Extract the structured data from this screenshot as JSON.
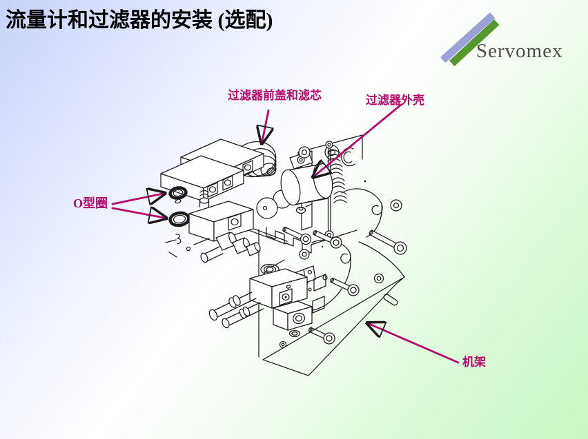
{
  "slide": {
    "title": "流量计和过滤器的安装 (选配)",
    "logo": {
      "text": "Servomex"
    },
    "callouts": [
      {
        "id": "filter-cover",
        "text": "过滤器前盖和滤芯"
      },
      {
        "id": "filter-housing",
        "text": "过滤器外壳"
      },
      {
        "id": "o-ring",
        "text": "O型圈"
      },
      {
        "id": "frame",
        "text": "机架"
      }
    ],
    "colors": {
      "title": "#000000",
      "callout": "#b8086c",
      "line_art": "#1b1b1b",
      "background_top_left": "#c7d3fa",
      "background_bottom_right": "#c8f8c5",
      "logo_slash_purple": "#9aa2d8",
      "logo_slash_green": "#55992e",
      "logo_text": "#4c4c48"
    }
  }
}
